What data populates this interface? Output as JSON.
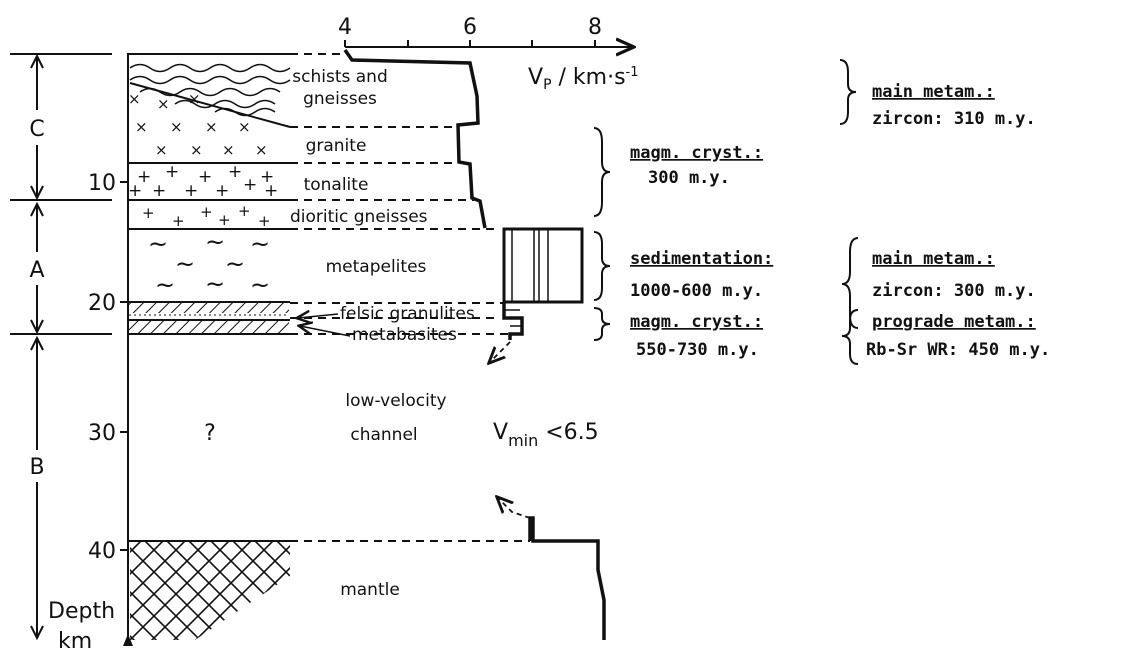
{
  "velocity_axis": {
    "ticks": [
      "4",
      "6",
      "8"
    ],
    "label": "V",
    "label_sub": "P",
    "label_unit": " / km·s",
    "label_sup": "-1"
  },
  "depth_axis": {
    "ticks": [
      "10",
      "20",
      "30",
      "40"
    ],
    "label_line1": "Depth",
    "label_line2": "km"
  },
  "zones": [
    "C",
    "A",
    "B"
  ],
  "layers": [
    {
      "label": "schists and",
      "label2": "gneisses"
    },
    {
      "label": "granite"
    },
    {
      "label": "tonalite"
    },
    {
      "label": "dioritic gneisses"
    },
    {
      "label": "metapelites"
    },
    {
      "label": "felsic granulites"
    },
    {
      "label": "metabasites"
    },
    {
      "label": "low-velocity",
      "label2": "channel",
      "unknown": "?"
    },
    {
      "label": "mantle"
    }
  ],
  "vmin_note": {
    "prefix": "V",
    "sub": "min",
    "suffix": " <6.5"
  },
  "annotations": {
    "c_main_metam_title": "main metam.:",
    "c_main_metam_value": "zircon: 310 m.y.",
    "magm_cryst_upper_title": "magm. cryst.:",
    "magm_cryst_upper_value": "300 m.y.",
    "sedimentation_title": "sedimentation:",
    "sedimentation_value": "1000-600 m.y.",
    "magm_cryst_lower_title": "magm. cryst.:",
    "magm_cryst_lower_value": "550-730 m.y.",
    "a_main_metam_title": "main metam.:",
    "a_main_metam_value": "zircon: 300 m.y.",
    "prograde_title": "prograde metam.:",
    "prograde_value": "Rb-Sr WR: 450 m.y."
  }
}
